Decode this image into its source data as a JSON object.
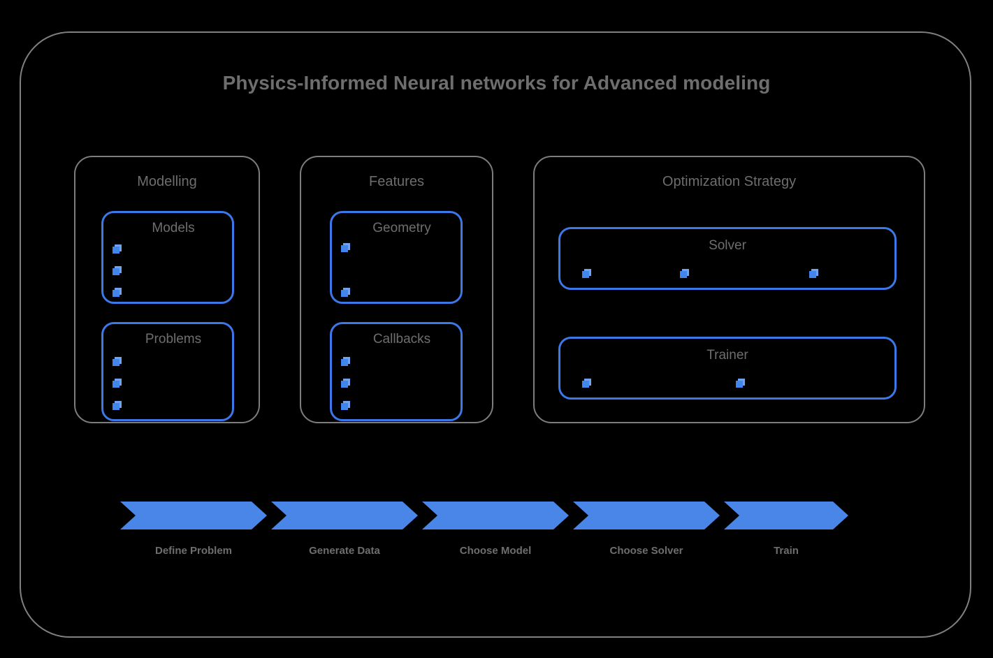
{
  "diagram": {
    "title": "Physics-Informed Neural networks for Advanced modeling",
    "colors": {
      "background": "#000000",
      "outer_border": "#808080",
      "group_border": "#7d7d7d",
      "box_border": "#3c78e8",
      "accent_blue": "#4a86e8",
      "text_gray": "#6e6e6e"
    }
  },
  "groups": [
    {
      "label": "Modelling",
      "boxes": [
        {
          "label": "Models",
          "bullet_count": 3
        },
        {
          "label": "Problems",
          "bullet_count": 3
        }
      ]
    },
    {
      "label": "Features",
      "boxes": [
        {
          "label": "Geometry",
          "bullet_count": 2
        },
        {
          "label": "Callbacks",
          "bullet_count": 3
        }
      ]
    },
    {
      "label": "Optimization Strategy",
      "boxes": [
        {
          "label": "Solver",
          "bullet_count": 3
        },
        {
          "label": "Trainer",
          "bullet_count": 2
        }
      ]
    }
  ],
  "pipeline": {
    "steps": [
      {
        "label": "Define Problem"
      },
      {
        "label": "Generate Data"
      },
      {
        "label": "Choose Model"
      },
      {
        "label": "Choose Solver"
      },
      {
        "label": "Train"
      }
    ]
  }
}
